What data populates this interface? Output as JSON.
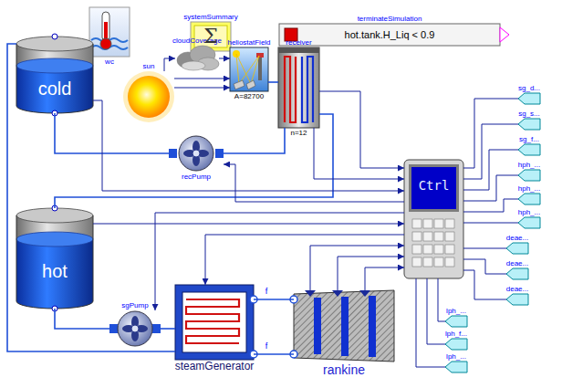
{
  "diagram": {
    "nodes": [
      {
        "text": [
          "wc"
        ]
      },
      {
        "text": [
          "systemSummary"
        ]
      },
      {
        "text": [
          "terminateSimulation",
          "hot.tank.H_Liq < 0.9"
        ]
      },
      {
        "text": [
          "cold"
        ]
      },
      {
        "text": [
          "sun"
        ]
      },
      {
        "text": [
          "cloudCoverage"
        ]
      },
      {
        "text": [
          "heliostatField",
          "A=82700"
        ]
      },
      {
        "text": [
          "receiver",
          "n=12"
        ]
      },
      {
        "text": [
          "recPump"
        ]
      },
      {
        "text": [
          "Ctrl"
        ]
      },
      {
        "text": [
          "hot"
        ]
      },
      {
        "text": [
          "sgPump"
        ]
      },
      {
        "text": [
          "steamGenerator"
        ]
      },
      {
        "text": [
          "rankine"
        ]
      },
      {
        "text": [
          "sg_d..."
        ]
      },
      {
        "text": [
          "sg_s..."
        ]
      },
      {
        "text": [
          "sg_f..."
        ]
      },
      {
        "text": [
          "hph_..."
        ]
      },
      {
        "text": [
          "hph_..."
        ]
      },
      {
        "text": [
          "hph_..."
        ]
      },
      {
        "text": [
          "deae..."
        ]
      },
      {
        "text": [
          "deae..."
        ]
      },
      {
        "text": [
          "deae..."
        ]
      },
      {
        "text": [
          "lph_..."
        ]
      },
      {
        "text": [
          "lph_f..."
        ]
      },
      {
        "text": [
          "lph_..."
        ]
      }
    ],
    "edges": [
      {
        "from": 4,
        "to": 5,
        "arrow": "to"
      },
      {
        "from": 5,
        "to": 6,
        "arrow": "to"
      },
      {
        "from": 4,
        "to": 6,
        "arrow": "to"
      },
      {
        "from": 4,
        "to": 6,
        "arrow": "to"
      },
      {
        "from": 6,
        "to": 7,
        "arrow": "none"
      },
      {
        "from": 3,
        "to": 8,
        "arrow": "none"
      },
      {
        "from": 8,
        "to": 7,
        "arrow": "none"
      },
      {
        "from": 7,
        "to": 10,
        "arrow": "none"
      },
      {
        "from": 10,
        "to": 11,
        "arrow": "none"
      },
      {
        "from": 11,
        "to": 12,
        "arrow": "none"
      },
      {
        "from": 12,
        "to": 3,
        "arrow": "none"
      },
      {
        "from": 12,
        "to": 13,
        "arrow": "none"
      },
      {
        "from": 13,
        "to": 12,
        "arrow": "none"
      },
      {
        "from": 7,
        "to": 9,
        "arrow": "to"
      },
      {
        "from": 7,
        "to": 9,
        "arrow": "to"
      },
      {
        "from": 3,
        "to": 9,
        "arrow": "to"
      },
      {
        "from": 9,
        "to": 8,
        "arrow": "to"
      },
      {
        "from": 10,
        "to": 9,
        "arrow": "to"
      },
      {
        "from": 9,
        "to": 11,
        "arrow": "to"
      },
      {
        "from": 9,
        "to": 12,
        "arrow": "to"
      },
      {
        "from": 13,
        "to": 9,
        "arrow": "to"
      },
      {
        "from": 13,
        "to": 9,
        "arrow": "to"
      },
      {
        "from": 13,
        "to": 9,
        "arrow": "to"
      },
      {
        "from": 14,
        "to": 9,
        "arrow": "none"
      },
      {
        "from": 15,
        "to": 9,
        "arrow": "none"
      },
      {
        "from": 16,
        "to": 9,
        "arrow": "none"
      },
      {
        "from": 17,
        "to": 9,
        "arrow": "none"
      },
      {
        "from": 18,
        "to": 9,
        "arrow": "none"
      },
      {
        "from": 19,
        "to": 9,
        "arrow": "none"
      },
      {
        "from": 20,
        "to": 9,
        "arrow": "none"
      },
      {
        "from": 21,
        "to": 9,
        "arrow": "none"
      },
      {
        "from": 22,
        "to": 9,
        "arrow": "none"
      },
      {
        "from": 23,
        "to": 9,
        "arrow": "none"
      },
      {
        "from": 24,
        "to": 9,
        "arrow": "none"
      },
      {
        "from": 25,
        "to": 9,
        "arrow": "none"
      }
    ],
    "labels": [
      "Σ",
      "f",
      "f"
    ]
  }
}
